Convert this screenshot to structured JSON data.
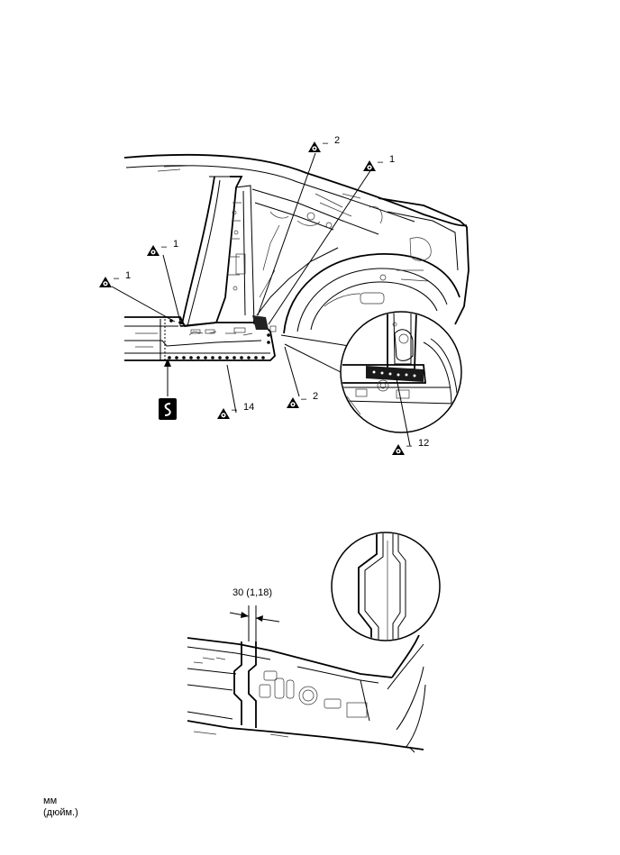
{
  "callouts_top": [
    {
      "id": "c1",
      "num": "1"
    },
    {
      "id": "c2",
      "num": "1"
    },
    {
      "id": "c3",
      "num": "2"
    },
    {
      "id": "c4",
      "num": "1"
    },
    {
      "id": "c5",
      "num": "2"
    },
    {
      "id": "c6",
      "num": "14"
    },
    {
      "id": "c7",
      "num": "12"
    }
  ],
  "callout_dash": "–",
  "dimension": {
    "label": "30 (1,18)"
  },
  "units": {
    "line1": "мм",
    "line2": "(дюйм.)"
  },
  "cut_symbol": "S"
}
